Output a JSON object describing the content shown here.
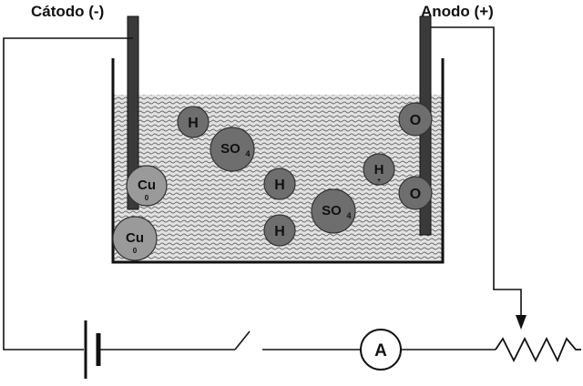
{
  "labels": {
    "cathode": "Cátodo (-)",
    "anode": "Anodo (+)"
  },
  "particles": {
    "cu_symbol": "Cu",
    "cu_sub": "0",
    "h_symbol": "H",
    "so4_symbol": "SO",
    "so4_sub": "4",
    "o_symbol": "O",
    "h_small_sub": "+"
  },
  "ammeter": {
    "symbol": "A"
  },
  "colors": {
    "solution_fill": "#d8d8d8",
    "particle_gray": "#6e6e6e",
    "cu_gray": "#9a9a9a",
    "electrode": "#3a3a3a",
    "wire": "#111111"
  }
}
